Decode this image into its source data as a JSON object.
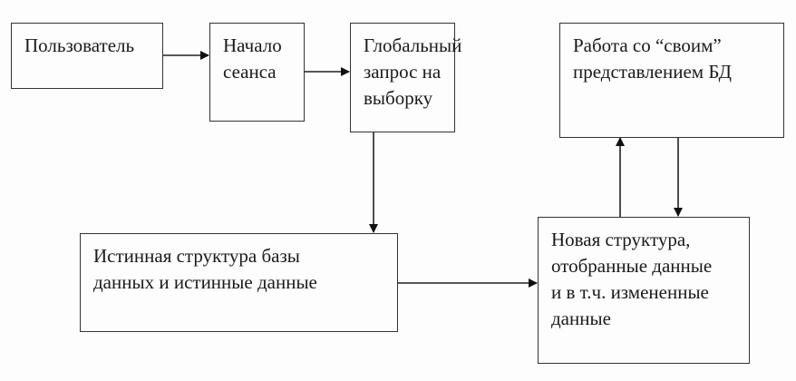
{
  "nodes": {
    "user": {
      "lines": [
        "Пользователь"
      ]
    },
    "session_start": {
      "lines": [
        "Начало",
        "сеанса"
      ]
    },
    "global_query": {
      "lines": [
        "Глобальный",
        "запрос на",
        "выборку"
      ]
    },
    "own_view": {
      "lines": [
        "Работа со “своим”",
        "представлением БД"
      ]
    },
    "true_structure": {
      "lines": [
        "Истинная структура базы",
        "данных и истинные данные"
      ]
    },
    "new_structure": {
      "lines": [
        "Новая структура,",
        "отобранные данные",
        "и в т.ч. измененные",
        "данные"
      ]
    }
  },
  "edges": [
    {
      "from": "user",
      "to": "session_start"
    },
    {
      "from": "session_start",
      "to": "global_query"
    },
    {
      "from": "global_query",
      "to": "true_structure"
    },
    {
      "from": "true_structure",
      "to": "new_structure"
    },
    {
      "from": "new_structure",
      "to": "own_view"
    },
    {
      "from": "own_view",
      "to": "new_structure"
    }
  ]
}
